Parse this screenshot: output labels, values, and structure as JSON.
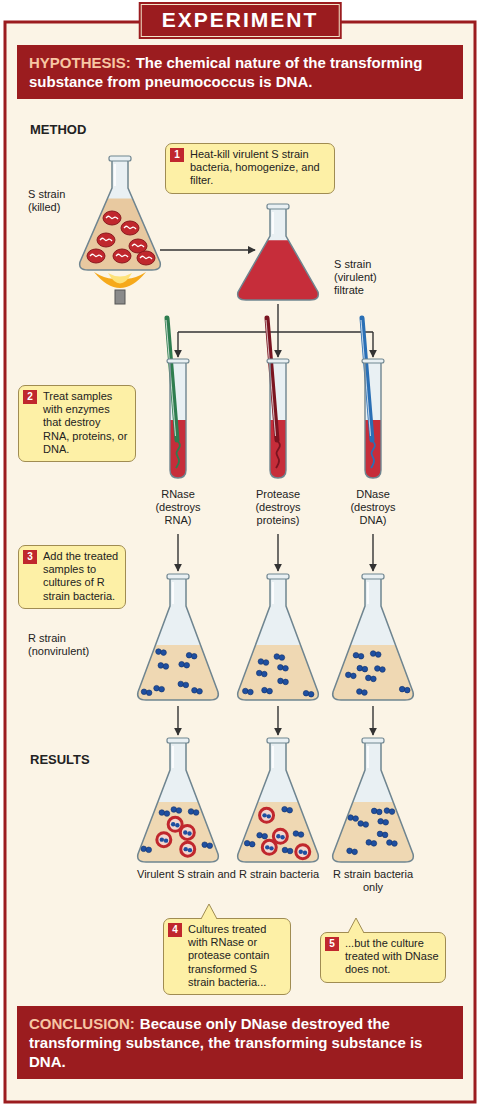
{
  "diagram": {
    "title": "EXPERIMENT",
    "nodes": [
      {
        "text": [
          "HYPOTHESIS:",
          "The chemical nature of the transforming substance from pneumococcus is DNA."
        ]
      },
      {
        "text": [
          "1",
          "Heat-kill virulent S strain bacteria, homogenize, and filter."
        ]
      },
      {
        "text": [
          "2",
          "Treat samples with enzymes that destroy RNA, proteins, or DNA."
        ]
      },
      {
        "text": [
          "3",
          "Add the treated samples to cultures of R strain bacteria."
        ]
      },
      {
        "text": [
          "4",
          "Cultures treated with RNase or protease contain transformed S strain bacteria..."
        ]
      },
      {
        "text": [
          "5",
          "...but the culture treated with DNase does not."
        ]
      },
      {
        "text": [
          "CONCLUSION:",
          "Because only DNase destroyed the transforming substance, the transforming substance is DNA."
        ]
      }
    ],
    "labels": [
      "METHOD",
      "S strain (killed)",
      "S strain (virulent) filtrate",
      "RNase (destroys RNA)",
      "Protease (destroys proteins)",
      "DNase (destroys DNA)",
      "R strain (nonvirulent)",
      "RESULTS",
      "Virulent S strain and R strain bacteria",
      "R strain bacteria only"
    ]
  }
}
